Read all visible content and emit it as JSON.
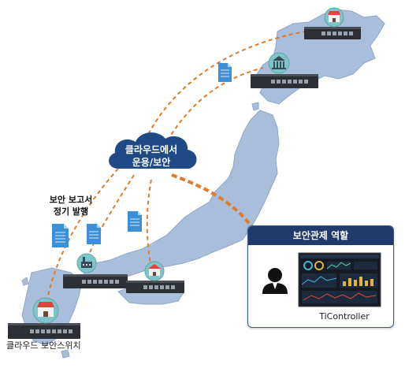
{
  "cloud": {
    "line1": "클라우드에서",
    "line2": "운용/보안"
  },
  "report": {
    "line1": "보안 보고서",
    "line2": "정기 발행"
  },
  "switch_caption": "클라우드 보안스위치",
  "panel": {
    "title": "보안관제 역할",
    "caption": "TiController"
  },
  "colors": {
    "map": "#a9bedb",
    "map_edge": "#8ea6c9",
    "dash": "#e07b2a",
    "cloud": "#1f4a86",
    "panel_header": "#1f3a6b",
    "doc": "#3d8fd6",
    "switch": "#2c2f33",
    "badge": "#7fc4c6"
  },
  "icons": {
    "shop": "shop-icon",
    "bank": "bank-icon",
    "factory": "factory-icon",
    "document": "document-icon",
    "user": "user-icon",
    "dashboard": "dashboard-screen"
  }
}
